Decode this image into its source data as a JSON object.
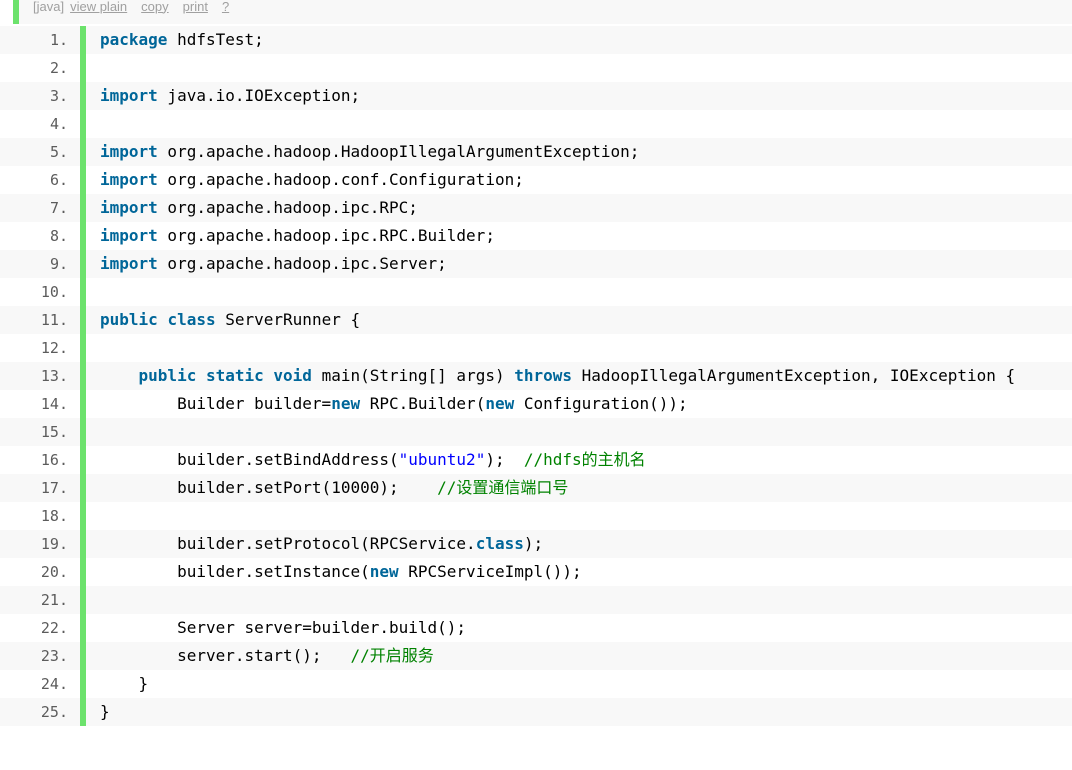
{
  "toolbar": {
    "lang": "[java]",
    "links": [
      "view plain",
      "copy",
      "print",
      "?"
    ]
  },
  "colors": {
    "accent_bar": "#6ce26c",
    "keyword": "#006699",
    "string": "#0000ff",
    "comment": "#008200",
    "alt_row": "#f8f8f8"
  },
  "lines": [
    {
      "n": "1.",
      "tokens": [
        {
          "t": "kw",
          "v": "package"
        },
        {
          "t": "p",
          "v": " hdfsTest;"
        }
      ]
    },
    {
      "n": "2.",
      "tokens": []
    },
    {
      "n": "3.",
      "tokens": [
        {
          "t": "kw",
          "v": "import"
        },
        {
          "t": "p",
          "v": " java.io.IOException;"
        }
      ]
    },
    {
      "n": "4.",
      "tokens": []
    },
    {
      "n": "5.",
      "tokens": [
        {
          "t": "kw",
          "v": "import"
        },
        {
          "t": "p",
          "v": " org.apache.hadoop.HadoopIllegalArgumentException;"
        }
      ]
    },
    {
      "n": "6.",
      "tokens": [
        {
          "t": "kw",
          "v": "import"
        },
        {
          "t": "p",
          "v": " org.apache.hadoop.conf.Configuration;"
        }
      ]
    },
    {
      "n": "7.",
      "tokens": [
        {
          "t": "kw",
          "v": "import"
        },
        {
          "t": "p",
          "v": " org.apache.hadoop.ipc.RPC;"
        }
      ]
    },
    {
      "n": "8.",
      "tokens": [
        {
          "t": "kw",
          "v": "import"
        },
        {
          "t": "p",
          "v": " org.apache.hadoop.ipc.RPC.Builder;"
        }
      ]
    },
    {
      "n": "9.",
      "tokens": [
        {
          "t": "kw",
          "v": "import"
        },
        {
          "t": "p",
          "v": " org.apache.hadoop.ipc.Server;"
        }
      ]
    },
    {
      "n": "10.",
      "tokens": []
    },
    {
      "n": "11.",
      "tokens": [
        {
          "t": "kw",
          "v": "public"
        },
        {
          "t": "p",
          "v": " "
        },
        {
          "t": "kw",
          "v": "class"
        },
        {
          "t": "p",
          "v": " ServerRunner {"
        }
      ]
    },
    {
      "n": "12.",
      "tokens": []
    },
    {
      "n": "13.",
      "tokens": [
        {
          "t": "p",
          "v": "    "
        },
        {
          "t": "kw",
          "v": "public"
        },
        {
          "t": "p",
          "v": " "
        },
        {
          "t": "kw",
          "v": "static"
        },
        {
          "t": "p",
          "v": " "
        },
        {
          "t": "kw",
          "v": "void"
        },
        {
          "t": "p",
          "v": " main(String[] args) "
        },
        {
          "t": "kw",
          "v": "throws"
        },
        {
          "t": "p",
          "v": " HadoopIllegalArgumentException, IOException {"
        }
      ]
    },
    {
      "n": "14.",
      "tokens": [
        {
          "t": "p",
          "v": "        Builder builder="
        },
        {
          "t": "kw",
          "v": "new"
        },
        {
          "t": "p",
          "v": " RPC.Builder("
        },
        {
          "t": "kw",
          "v": "new"
        },
        {
          "t": "p",
          "v": " Configuration());"
        }
      ]
    },
    {
      "n": "15.",
      "tokens": []
    },
    {
      "n": "16.",
      "tokens": [
        {
          "t": "p",
          "v": "        builder.setBindAddress("
        },
        {
          "t": "str",
          "v": "\"ubuntu2\""
        },
        {
          "t": "p",
          "v": ");  "
        },
        {
          "t": "cm",
          "v": "//hdfs的主机名"
        }
      ]
    },
    {
      "n": "17.",
      "tokens": [
        {
          "t": "p",
          "v": "        builder.setPort(10000);    "
        },
        {
          "t": "cm",
          "v": "//设置通信端口号"
        }
      ]
    },
    {
      "n": "18.",
      "tokens": []
    },
    {
      "n": "19.",
      "tokens": [
        {
          "t": "p",
          "v": "        builder.setProtocol(RPCService."
        },
        {
          "t": "kw",
          "v": "class"
        },
        {
          "t": "p",
          "v": ");"
        }
      ]
    },
    {
      "n": "20.",
      "tokens": [
        {
          "t": "p",
          "v": "        builder.setInstance("
        },
        {
          "t": "kw",
          "v": "new"
        },
        {
          "t": "p",
          "v": " RPCServiceImpl());"
        }
      ]
    },
    {
      "n": "21.",
      "tokens": []
    },
    {
      "n": "22.",
      "tokens": [
        {
          "t": "p",
          "v": "        Server server=builder.build();"
        }
      ]
    },
    {
      "n": "23.",
      "tokens": [
        {
          "t": "p",
          "v": "        server.start();   "
        },
        {
          "t": "cm",
          "v": "//开启服务"
        }
      ]
    },
    {
      "n": "24.",
      "tokens": [
        {
          "t": "p",
          "v": "    }"
        }
      ]
    },
    {
      "n": "25.",
      "tokens": [
        {
          "t": "p",
          "v": "}"
        }
      ]
    }
  ]
}
